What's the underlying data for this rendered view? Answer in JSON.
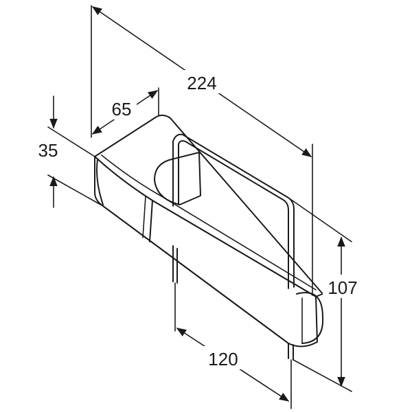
{
  "dimensions": {
    "length": "224",
    "depth": "65",
    "height_body": "35",
    "height_total": "107",
    "leg_spacing": "120"
  },
  "colors": {
    "line": "#1a1a1a",
    "background": "#ffffff"
  }
}
